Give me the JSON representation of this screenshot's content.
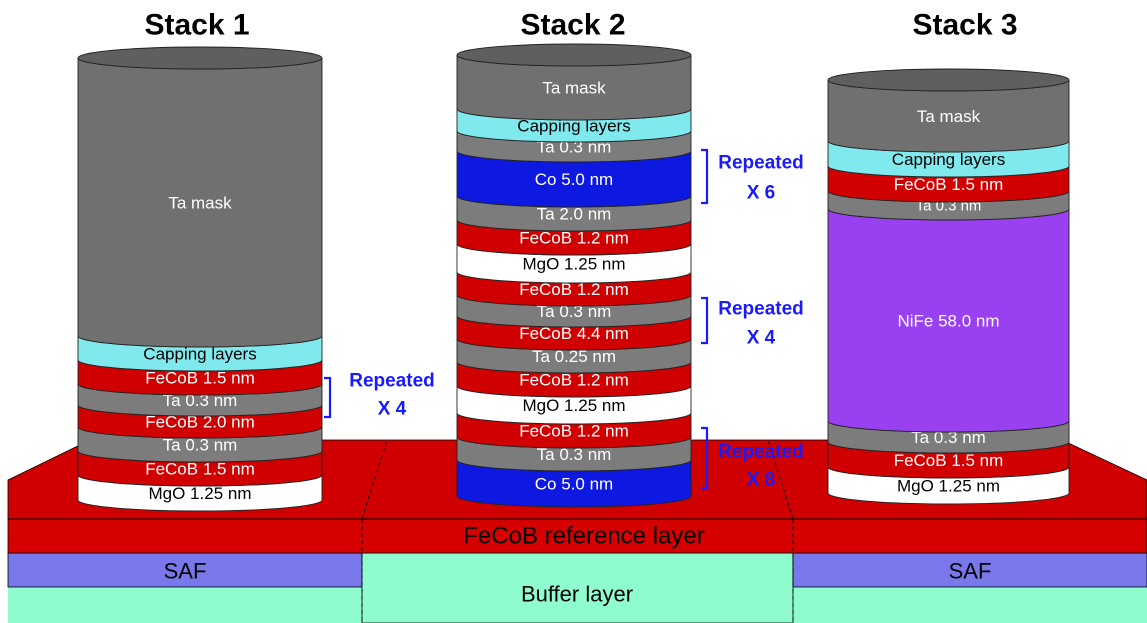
{
  "stacks": [
    {
      "title": "Stack 1",
      "layers": [
        {
          "label": "Ta mask",
          "kind": "ta_mask"
        },
        {
          "label": "Capping layers",
          "kind": "capping"
        },
        {
          "label": "FeCoB 1.5 nm",
          "kind": "fecob"
        },
        {
          "label": "Ta 0.3 nm",
          "kind": "ta"
        },
        {
          "label": "FeCoB 2.0 nm",
          "kind": "fecob"
        },
        {
          "label": "Ta 0.3 nm",
          "kind": "ta"
        },
        {
          "label": "FeCoB 1.5 nm",
          "kind": "fecob"
        },
        {
          "label": "MgO 1.25 nm",
          "kind": "mgo"
        }
      ],
      "repeats": [
        {
          "line1": "Repeated",
          "line2": "X 4"
        }
      ]
    },
    {
      "title": "Stack 2",
      "layers": [
        {
          "label": "Ta mask",
          "kind": "ta_mask"
        },
        {
          "label": "Capping layers",
          "kind": "capping"
        },
        {
          "label": "Ta 0.3 nm",
          "kind": "ta"
        },
        {
          "label": "Co 5.0 nm",
          "kind": "co"
        },
        {
          "label": "Ta 2.0 nm",
          "kind": "ta"
        },
        {
          "label": "FeCoB 1.2 nm",
          "kind": "fecob"
        },
        {
          "label": "MgO 1.25 nm",
          "kind": "mgo"
        },
        {
          "label": "FeCoB 1.2 nm",
          "kind": "fecob"
        },
        {
          "label": "Ta 0.3 nm",
          "kind": "ta"
        },
        {
          "label": "FeCoB 4.4 nm",
          "kind": "fecob"
        },
        {
          "label": "Ta 0.25 nm",
          "kind": "ta"
        },
        {
          "label": "FeCoB 1.2 nm",
          "kind": "fecob"
        },
        {
          "label": "MgO 1.25 nm",
          "kind": "mgo"
        },
        {
          "label": "FeCoB 1.2 nm",
          "kind": "fecob"
        },
        {
          "label": "Ta 0.3 nm",
          "kind": "ta"
        },
        {
          "label": "Co 5.0 nm",
          "kind": "co"
        }
      ],
      "repeats": [
        {
          "line1": "Repeated",
          "line2": "X 6"
        },
        {
          "line1": "Repeated",
          "line2": "X 4"
        },
        {
          "line1": "Repeated",
          "line2": "X 8"
        }
      ]
    },
    {
      "title": "Stack 3",
      "layers": [
        {
          "label": "Ta mask",
          "kind": "ta_mask"
        },
        {
          "label": "Capping layers",
          "kind": "capping"
        },
        {
          "label": "FeCoB 1.5 nm",
          "kind": "fecob"
        },
        {
          "label": "Ta 0.3 nm",
          "kind": "ta"
        },
        {
          "label": "NiFe 58.0 nm",
          "kind": "nife"
        },
        {
          "label": "Ta 0.3 nm",
          "kind": "ta"
        },
        {
          "label": "FeCoB 1.5 nm",
          "kind": "fecob"
        },
        {
          "label": "MgO 1.25 nm",
          "kind": "mgo"
        }
      ],
      "repeats": []
    }
  ],
  "base": {
    "reference_layer": "FeCoB reference layer",
    "saf_left": "SAF",
    "buffer": "Buffer layer",
    "saf_right": "SAF"
  },
  "colors": {
    "ta_mask": "#707070",
    "ta": "#7c7c7c",
    "capping": "#7fe9ee",
    "fecob": "#d10000",
    "mgo": "#ffffff",
    "co": "#0d18e0",
    "nife": "#9940f0",
    "reference": "#d60000",
    "saf": "#7878ea",
    "buffer": "#8ffcd0",
    "repeat_text": "#1a1aff"
  }
}
